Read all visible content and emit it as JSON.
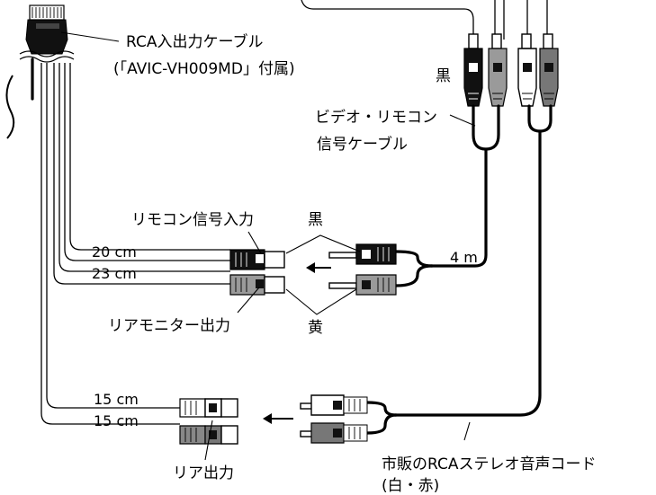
{
  "labels": {
    "rca_cable_line1": "RCA入出力ケーブル",
    "rca_cable_line2": "(「AVIC-VH009MD」付属)",
    "video_remote_line1": "ビデオ・リモコン",
    "video_remote_line2": "信号ケーブル",
    "black_top": "黒",
    "remote_input": "リモコン信号入力",
    "black_mid": "黒",
    "rear_monitor_out": "リアモニター出力",
    "yellow": "黄",
    "rear_out": "リア出力",
    "stereo_cord_line1": "市販のRCAステレオ音声コード",
    "stereo_cord_line2": "(白・赤)"
  },
  "lengths": {
    "l20": "20 cm",
    "l23": "23 cm",
    "l4m": "4 m",
    "l15a": "15 cm",
    "l15b": "15 cm"
  },
  "colors": {
    "black_plug": "#111111",
    "yellow_plug": "#9a9a9a",
    "white_plug": "#ffffff",
    "red_plug": "#777777"
  }
}
